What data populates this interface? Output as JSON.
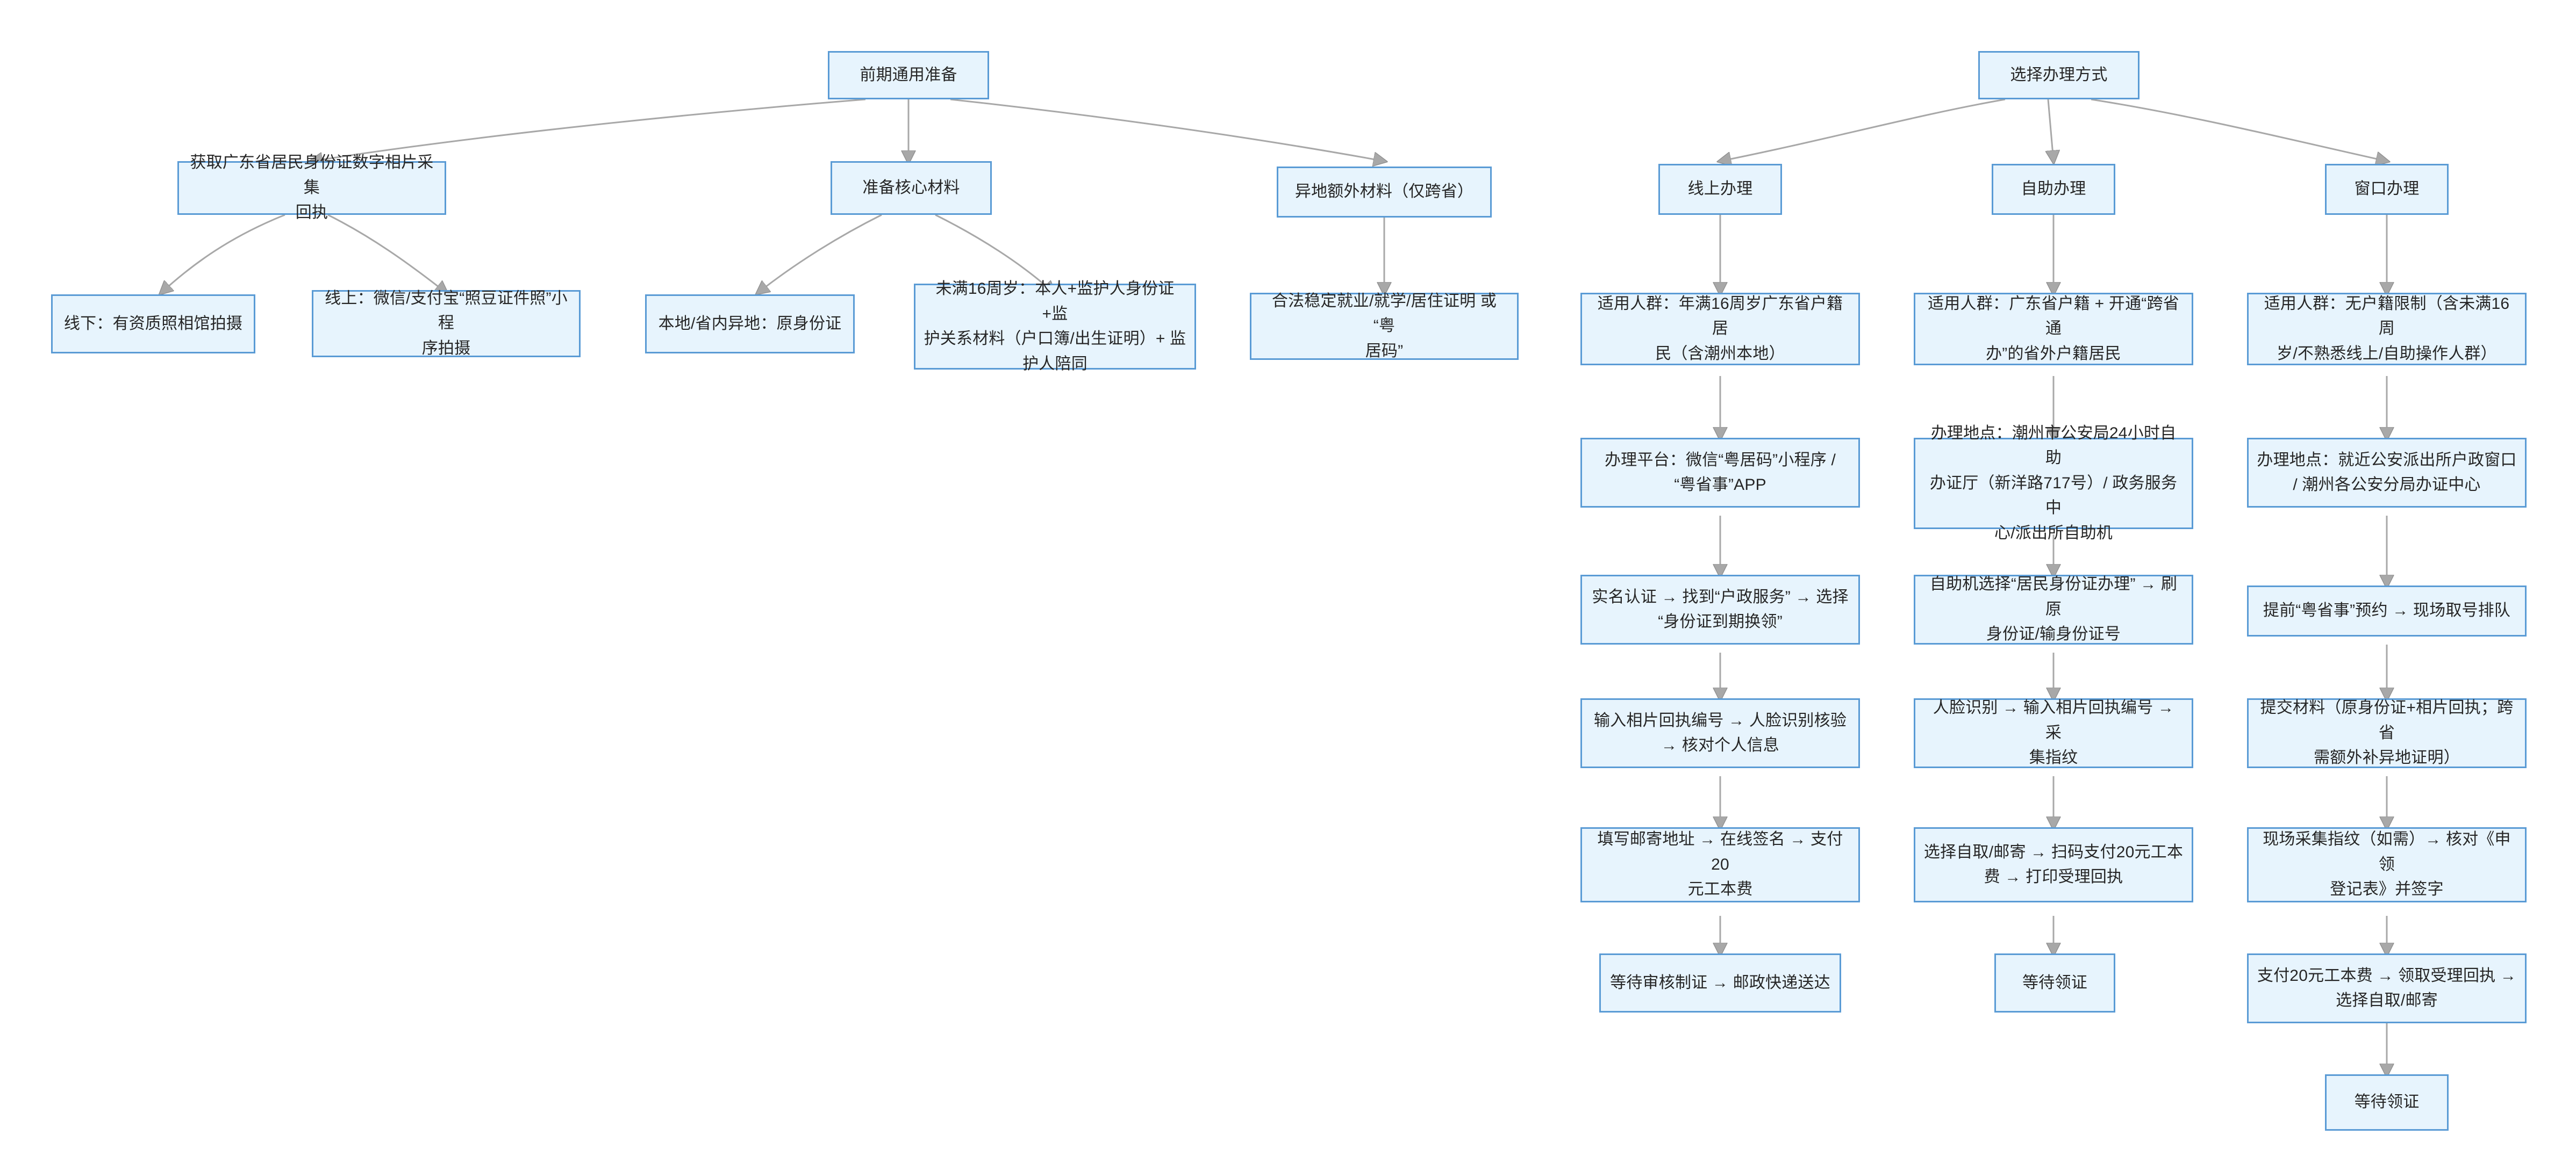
{
  "diagram": {
    "title": "居民身份证办理流程图",
    "node_fill": "#e7f4fd",
    "node_stroke": "#5a9bd5",
    "edge_color": "#999999",
    "text_color": "#262626"
  },
  "nodes": {
    "prep_root": "前期通用准备",
    "prep_photo": "获取广东省居民身份证数字相片采集\n回执",
    "prep_photo_offline": "线下：有资质照相馆拍摄",
    "prep_photo_online": "线上：微信/支付宝“照豆证件照”小程\n序拍摄",
    "prep_core": "准备核心材料",
    "prep_core_local": "本地/省内异地：原身份证",
    "prep_core_minor": "未满16周岁：本人+监护人身份证+监\n护关系材料（户口簿/出生证明）+ 监\n护人陪同",
    "prep_remote": "异地额外材料（仅跨省）",
    "prep_remote_proof": "合法稳定就业/就学/居住证明 或 “粤\n居码”",
    "method_root": "选择办理方式",
    "online_root": "线上办理",
    "online_1": "适用人群：年满16周岁广东省户籍居\n民（含潮州本地）",
    "online_2": "办理平台：微信“粤居码”小程序 /\n“粤省事”APP",
    "online_3": "实名认证 → 找到“户政服务” → 选择\n“身份证到期换领”",
    "online_4": "输入相片回执编号 → 人脸识别核验\n→ 核对个人信息",
    "online_5": "填写邮寄地址 → 在线签名 → 支付20\n元工本费",
    "online_6": "等待审核制证 → 邮政快递送达",
    "self_root": "自助办理",
    "self_1": "适用人群：广东省户籍 + 开通“跨省通\n办”的省外户籍居民",
    "self_2": "办理地点：潮州市公安局24小时自助\n办证厅（新洋路717号）/ 政务服务中\n心/派出所自助机",
    "self_3": "自助机选择“居民身份证办理” → 刷原\n身份证/输身份证号",
    "self_4": "人脸识别 → 输入相片回执编号 → 采\n集指纹",
    "self_5": "选择自取/邮寄 → 扫码支付20元工本\n费 → 打印受理回执",
    "self_6": "等待领证",
    "window_root": "窗口办理",
    "window_1": "适用人群：无户籍限制（含未满16周\n岁/不熟悉线上/自助操作人群）",
    "window_2": "办理地点：就近公安派出所户政窗口\n/ 潮州各公安分局办证中心",
    "window_3": "提前“粤省事”预约 → 现场取号排队",
    "window_4": "提交材料（原身份证+相片回执；跨省\n需额外补异地证明）",
    "window_5": "现场采集指纹（如需）→ 核对《申领\n登记表》并签字",
    "window_6": "支付20元工本费 → 领取受理回执 →\n选择自取/邮寄",
    "window_7": "等待领证"
  }
}
